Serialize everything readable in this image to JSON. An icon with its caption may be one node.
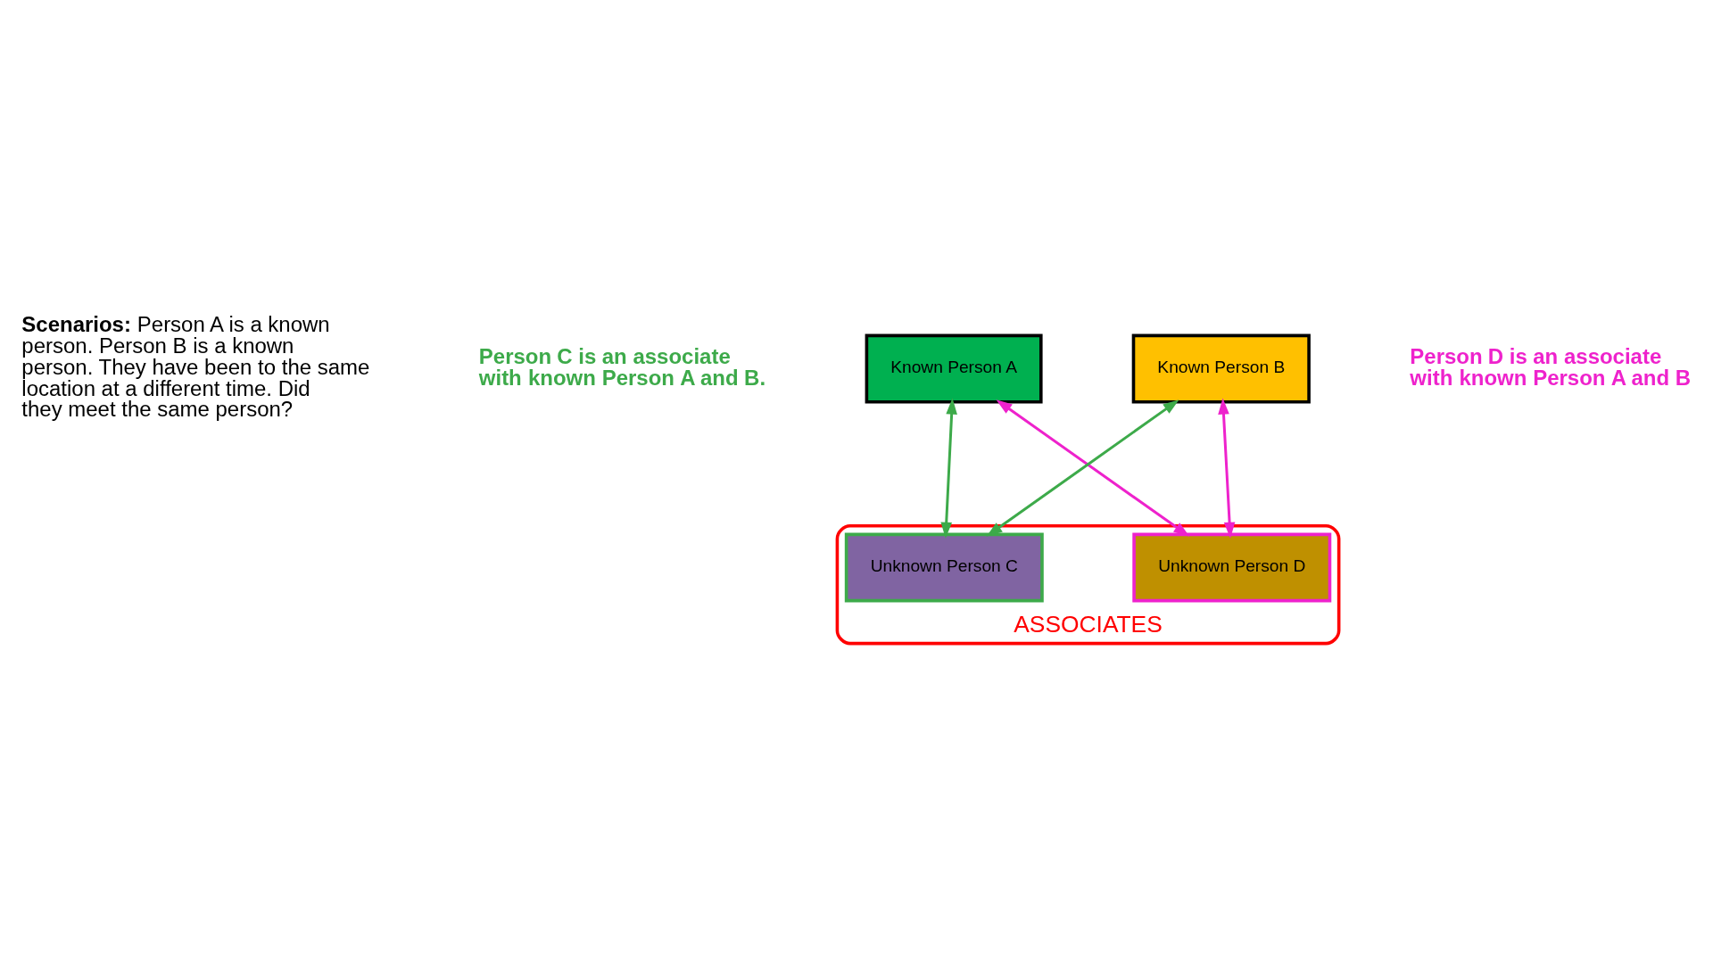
{
  "diagram": {
    "nodes": [
      {
        "text": [
          "ASSOCIATES"
        ]
      },
      {
        "text": [
          "Known Person A"
        ]
      },
      {
        "text": [
          "Known Person B"
        ]
      },
      {
        "text": [
          "Unknown Person C"
        ],
        "in": 0
      },
      {
        "text": [
          "Unknown Person D"
        ],
        "in": 0
      }
    ],
    "edges": [
      {
        "from": 1,
        "to": 3,
        "arrow": "both",
        "color": "#3daa4a"
      },
      {
        "from": 2,
        "to": 3,
        "arrow": "both",
        "color": "#3daa4a"
      },
      {
        "from": 1,
        "to": 4,
        "arrow": "both",
        "color": "#ee22cc"
      },
      {
        "from": 2,
        "to": 4,
        "arrow": "both",
        "color": "#ee22cc"
      }
    ],
    "labels": [
      "**Scenarios:** Person A is a known person. Person B is a known person. They have been to the same location at a different time. Did they meet the same person?",
      "Person C is an associate with known Person A and B.",
      "Person D is an associate with known Person A and B"
    ]
  }
}
